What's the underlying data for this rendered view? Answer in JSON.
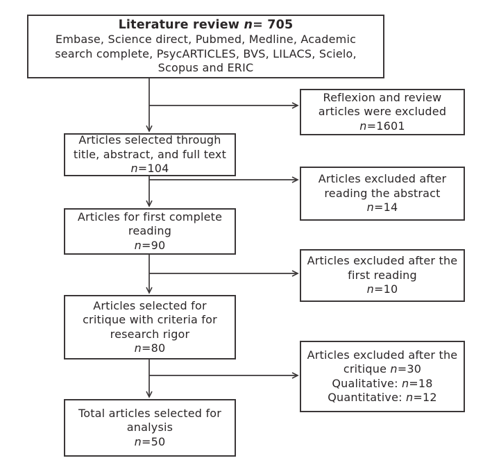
{
  "colors": {
    "ink": "#2a2627",
    "line": "#3a3637",
    "background": "#ffffff"
  },
  "boxes": {
    "literature_review": {
      "title_pre": "Literature review ",
      "title_n": "n",
      "title_post": "= 705",
      "lines": [
        "Embase, Science direct, Pubmed, Medline, Academic",
        "search complete, PsycARTICLES, BVS, LILACS, Scielo,",
        "Scopus and ERIC"
      ]
    },
    "selected_title_abstract_fulltext": {
      "lines": [
        "Articles selected through",
        "title, abstract, and full text"
      ],
      "n_label": "n",
      "n_value": "=104"
    },
    "first_complete_reading": {
      "lines": [
        "Articles for first complete",
        "reading"
      ],
      "n_label": "n",
      "n_value": "=90"
    },
    "selected_for_critique": {
      "lines": [
        "Articles selected for",
        "critique with criteria for",
        "research rigor"
      ],
      "n_label": "n",
      "n_value": "=80"
    },
    "total_selected": {
      "lines": [
        "Total articles selected for",
        "analysis"
      ],
      "n_label": "n",
      "n_value": "=50"
    },
    "excluded_reflexion_review": {
      "lines": [
        "Reflexion and review",
        "articles were excluded"
      ],
      "n_label": "n",
      "n_value": "=1601"
    },
    "excluded_after_abstract": {
      "lines": [
        "Articles excluded after",
        "reading the abstract"
      ],
      "n_label": "n",
      "n_value": "=14"
    },
    "excluded_after_first_reading": {
      "lines": [
        "Articles excluded after the",
        "first reading"
      ],
      "n_label": "n",
      "n_value": "=10"
    },
    "excluded_after_critique": {
      "line1": "Articles excluded after the",
      "line2_pre": "critique ",
      "line2_n": "n",
      "line2_post": "=30",
      "line3_pre": "Qualitative: ",
      "line3_n": "n",
      "line3_post": "=18",
      "line4_pre": "Quantitative: ",
      "line4_n": "n",
      "line4_post": "=12"
    }
  }
}
